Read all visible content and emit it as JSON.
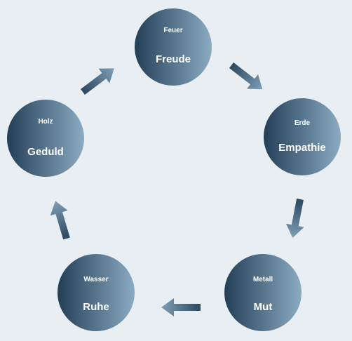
{
  "cycle": [
    {
      "element": "Feuer",
      "quality": "Freude"
    },
    {
      "element": "Erde",
      "quality": "Empathie"
    },
    {
      "element": "Metall",
      "quality": "Mut"
    },
    {
      "element": "Wasser",
      "quality": "Ruhe"
    },
    {
      "element": "Holz",
      "quality": "Geduld"
    }
  ],
  "colors": {
    "background": "#e9eef3",
    "circle_dark": "#233f57",
    "circle_light": "#8aabc2",
    "arrow_dark": "#2a4860",
    "arrow_light": "#7f9fb6"
  }
}
